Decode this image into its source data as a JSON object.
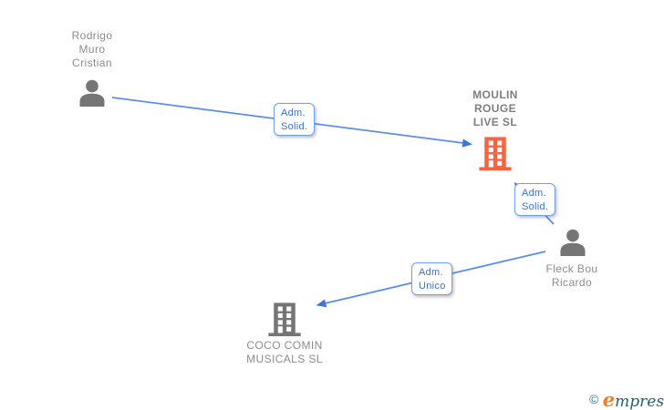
{
  "canvas": {
    "background": "#ffffff"
  },
  "palette": {
    "edge_blue": "#5b8dee",
    "arrow_blue": "#3e76e0",
    "chip_border": "#6f9ff0",
    "chip_text": "#3a6fd0",
    "node_text_gray": "#8c8c8c",
    "person_icon_gray": "#757575",
    "company_icon_orange": "#f96342",
    "company_icon_gray": "#757575",
    "logo_copyright_teal": "#2e7f8f",
    "logo_initial_orange": "#ef7f28",
    "logo_word_teal": "#1c5f7d"
  },
  "nodes": {
    "rodrigo": {
      "type": "person",
      "lines": [
        "Rodrigo",
        "Muro",
        "Cristian"
      ]
    },
    "moulin": {
      "type": "company",
      "highlighted": true,
      "lines": [
        "MOULIN",
        "ROUGE",
        "LIVE SL"
      ]
    },
    "fleck": {
      "type": "person",
      "lines": [
        "Fleck Bou",
        "Ricardo"
      ]
    },
    "coco": {
      "type": "company",
      "highlighted": false,
      "lines": [
        "COCO COMIN",
        "MUSICALS SL"
      ]
    }
  },
  "relationships": {
    "edge1": {
      "from": "rodrigo",
      "to": "moulin",
      "label_lines": [
        "Adm.",
        "Solid."
      ]
    },
    "edge2": {
      "from": "fleck",
      "to": "moulin",
      "label_lines": [
        "Adm.",
        "Solid."
      ]
    },
    "edge3": {
      "from": "fleck",
      "to": "coco",
      "label_lines": [
        "Adm.",
        "Unico"
      ]
    }
  },
  "logo": {
    "copyright": "©",
    "brand_initial": "e",
    "brand_rest": "mpresia"
  }
}
